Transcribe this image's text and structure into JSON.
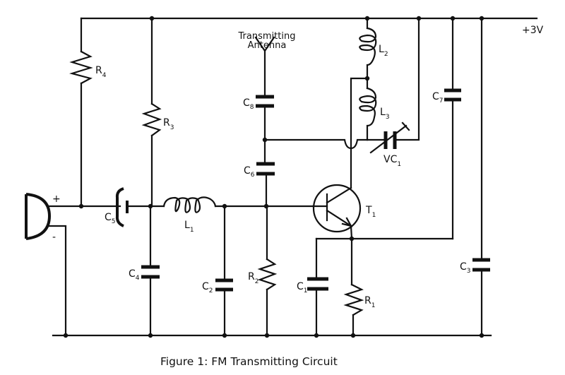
{
  "caption": "Figure 1: FM Transmitting Circuit",
  "supply_label": "+3V",
  "antenna_label": [
    "Transmitting",
    "Antenna"
  ],
  "microphone": {
    "plus": "+",
    "minus": "-"
  },
  "components": {
    "R1": {
      "letter": "R",
      "sub": "1"
    },
    "R2": {
      "letter": "R",
      "sub": "2"
    },
    "R3": {
      "letter": "R",
      "sub": "3"
    },
    "R4": {
      "letter": "R",
      "sub": "4"
    },
    "C1": {
      "letter": "C",
      "sub": "1"
    },
    "C2": {
      "letter": "C",
      "sub": "2"
    },
    "C3": {
      "letter": "C",
      "sub": "3"
    },
    "C4": {
      "letter": "C",
      "sub": "4"
    },
    "C5": {
      "letter": "C",
      "sub": "5"
    },
    "C6": {
      "letter": "C",
      "sub": "6"
    },
    "C7": {
      "letter": "C",
      "sub": "7"
    },
    "C8": {
      "letter": "C",
      "sub": "8"
    },
    "L1": {
      "letter": "L",
      "sub": "1"
    },
    "L2": {
      "letter": "L",
      "sub": "2"
    },
    "L3": {
      "letter": "L",
      "sub": "3"
    },
    "VC1": {
      "letter": "VC",
      "sub": "1"
    },
    "T1": {
      "letter": "T",
      "sub": "1"
    }
  }
}
